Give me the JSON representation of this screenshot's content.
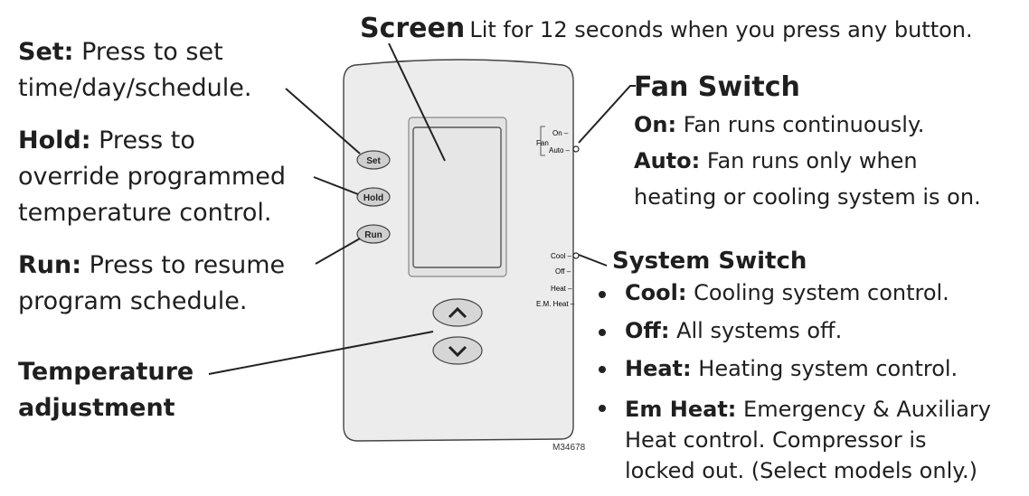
{
  "screen_callout": {
    "title": "Screen",
    "text": "Lit for 12 seconds when you press any button."
  },
  "set_callout": {
    "title": "Set:",
    "line1": "Press to set",
    "line2": "time/day/schedule."
  },
  "hold_callout": {
    "title": "Hold:",
    "line1": "Press to",
    "line2": "override programmed",
    "line3": "temperature control."
  },
  "run_callout": {
    "title": "Run:",
    "line1": "Press to resume",
    "line2": "program schedule."
  },
  "temp_callout": {
    "line1": "Temperature",
    "line2": "adjustment"
  },
  "fan_switch": {
    "title": "Fan Switch",
    "on_label": "On:",
    "on_text": "Fan runs continuously.",
    "auto_label": "Auto:",
    "auto_text": "Fan runs only when",
    "auto_text2": "heating or cooling system is on."
  },
  "system_switch": {
    "title": "System Switch",
    "items": [
      {
        "label": "Cool:",
        "text": "Cooling system control."
      },
      {
        "label": "Off:",
        "text": "All systems off."
      },
      {
        "label": "Heat:",
        "text": "Heating system control."
      },
      {
        "label": "Em Heat:",
        "text": "Emergency & Auxiliary",
        "text2": "Heat control. Compressor is",
        "text3": "locked out. (Select models only.)"
      }
    ]
  },
  "device": {
    "buttons": {
      "set": "Set",
      "hold": "Hold",
      "run": "Run"
    },
    "fan_marks": {
      "fan": "Fan",
      "on": "On –",
      "auto": "Auto –"
    },
    "system_marks": {
      "cool": "Cool –",
      "off": "Off –",
      "heat": "Heat –",
      "em_heat": "E.M. Heat –"
    },
    "model_code": "M34678"
  },
  "colors": {
    "device_fill": "#ececec",
    "screen_fill": "#e3e3e3",
    "button_fill": "#cfcfcf"
  }
}
